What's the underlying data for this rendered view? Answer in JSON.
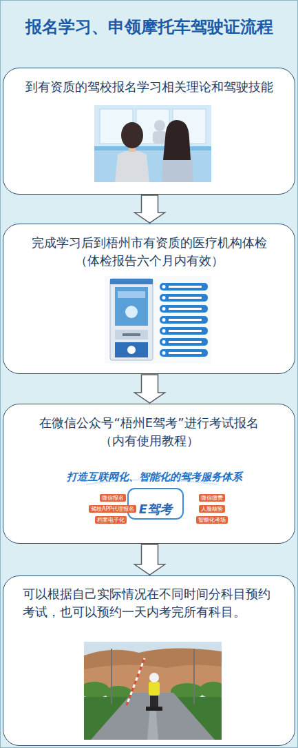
{
  "diagram": {
    "title": "报名学习、申领摩托车驾驶证流程",
    "nodes": [
      {
        "text": [
          "到有资质的驾校报名学习相关理论和驾驶技能"
        ]
      },
      {
        "text": [
          "完成学习后到梧州市有资质的医疗机构体检",
          "（体检报告六个月内有效）"
        ]
      },
      {
        "text": [
          "在微信公众号“梧州E驾考”进行考试报名",
          "（内有使用教程）"
        ]
      },
      {
        "text": [
          "可以根据自己实际情况在不同时间分科目预约考试，也可以预约一天内考完所有科目。"
        ]
      }
    ],
    "edges": [
      {
        "from": 0,
        "to": 1,
        "arrow": "to"
      },
      {
        "from": 1,
        "to": 2,
        "arrow": "to"
      },
      {
        "from": 2,
        "to": 3,
        "arrow": "to"
      }
    ],
    "labels": [
      "打造互联网化、智能化的驾考服务体系",
      "微信报名",
      "驾校APP代理报名",
      "档案电子化",
      "E驾考",
      "微信缴费",
      "人脸核验",
      "智能化考场"
    ]
  }
}
